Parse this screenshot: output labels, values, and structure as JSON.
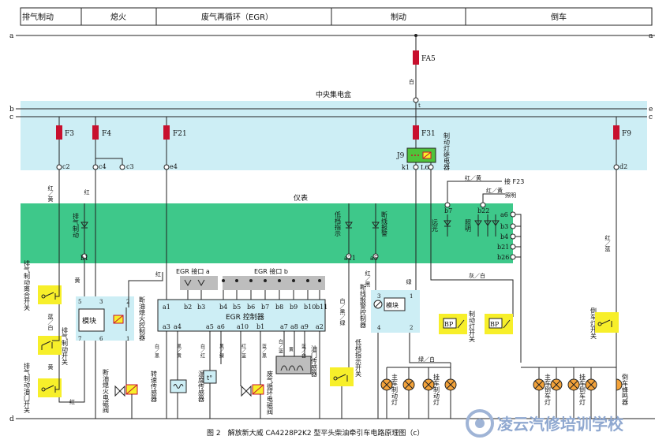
{
  "header": {
    "sections": [
      "排气制动",
      "熄火",
      "废气再循环（EGR）",
      "制动",
      "倒车"
    ]
  },
  "rails": {
    "a": "a",
    "b": "b",
    "c": "c",
    "d": "d",
    "e": "e"
  },
  "central_box": {
    "label": "中央集电盒",
    "fa5": "FA5",
    "t": "t",
    "fuses": [
      "F3",
      "F4",
      "F21",
      "F31",
      "F9"
    ],
    "pins": [
      "c2",
      "c4",
      "c3",
      "e4",
      "k1",
      "L6",
      "d2"
    ],
    "relay_j9": "J9",
    "relay_label": "制动灯继电器"
  },
  "instrument": {
    "label": "仪表",
    "pins": [
      "b1",
      "a21",
      "a5",
      "b7",
      "b22",
      "a6",
      "b3",
      "b4",
      "b21",
      "b26"
    ],
    "indicators": {
      "exhaust_brake": "排气制动",
      "low_gear": "低档指示",
      "brake_alarm": "断线报警",
      "high_beam": "远光",
      "illumination": "照明"
    },
    "f23": "接 F23",
    "lighting": "照明"
  },
  "wire_colors": {
    "red_yellow": "红／黄",
    "red": "红",
    "yellow": "黄",
    "blue_white": "蓝／白",
    "green": "绿",
    "green_white": "绿／白",
    "red_blue": "红／蓝",
    "blue_white2": "蓝／白",
    "white_red": "白／红",
    "black_yellow": "黑／黄",
    "black_green": "黑／绿",
    "blue_black": "蓝／黑",
    "white_blue": "白／蓝",
    "white_black": "白／黑",
    "red_black": "红／黑",
    "gray_white": "灰／白",
    "white_bk_green": "白／黑／绿",
    "white": "白",
    "red2": "红"
  },
  "egr": {
    "port_a": "EGR 接口 a",
    "port_b": "EGR 接口 b",
    "controller": "EGR 控制器",
    "top_pins": [
      "a1",
      "b2",
      "b3",
      "b4",
      "b5",
      "b6",
      "b7",
      "b8",
      "b9",
      "b10",
      "b11"
    ],
    "bottom_pins": [
      "a3",
      "a4",
      "a5",
      "a6",
      "a10",
      "b1",
      "a7",
      "a8",
      "a9",
      "a2"
    ],
    "speed_sensor": "转速传感器",
    "temp_sensor": "温度传感器",
    "egr_valve": "废气循环电磁阀",
    "throttle_sensor": "油门传感器"
  },
  "components": {
    "exhaust_clutch": "排气制动离合开关",
    "exhaust_switch": "排气制动开关",
    "exhaust_throttle": "排气制动油门开关",
    "module": "模块",
    "stop_relay": "断油熄火控制器",
    "stop_valve": "断油熄火电磁阀",
    "low_gear_switch": "低档指示开关",
    "brake_alarm_ctrl": "断线报警控制器",
    "brake_light_switch": "制动灯开关",
    "bp": "BP",
    "main_brake_lamp": "主车制动灯",
    "trailer_brake_lamp": "挂车制动灯",
    "reverse_switch": "倒车灯开关",
    "main_reverse_lamp": "主车倒车灯",
    "trailer_reverse_lamp": "挂车倒车灯",
    "reverse_buzzer": "倒车蜂鸣器"
  },
  "pins_misc": {
    "m5": "5",
    "m3": "3",
    "m2": "2",
    "m7": "7",
    "m6": "6",
    "m1": "1",
    "c3": "3",
    "c1": "1",
    "c4": "4",
    "c2": "2"
  },
  "caption": "图 2　解放新大威 CA4228P2K2 型平头柴油牵引车电路原理图（c）",
  "watermark": "凌云汽修培训学校",
  "colors": {
    "fuse_red": "#c8102e",
    "cyan_zone": "#cdeef5",
    "green_zone": "#3ec88a",
    "yellow_box": "#f7ef2a",
    "lamp_orange": "#f4a33a",
    "relay_green": "#4fc33a",
    "gray_port": "#bdbdbd"
  }
}
